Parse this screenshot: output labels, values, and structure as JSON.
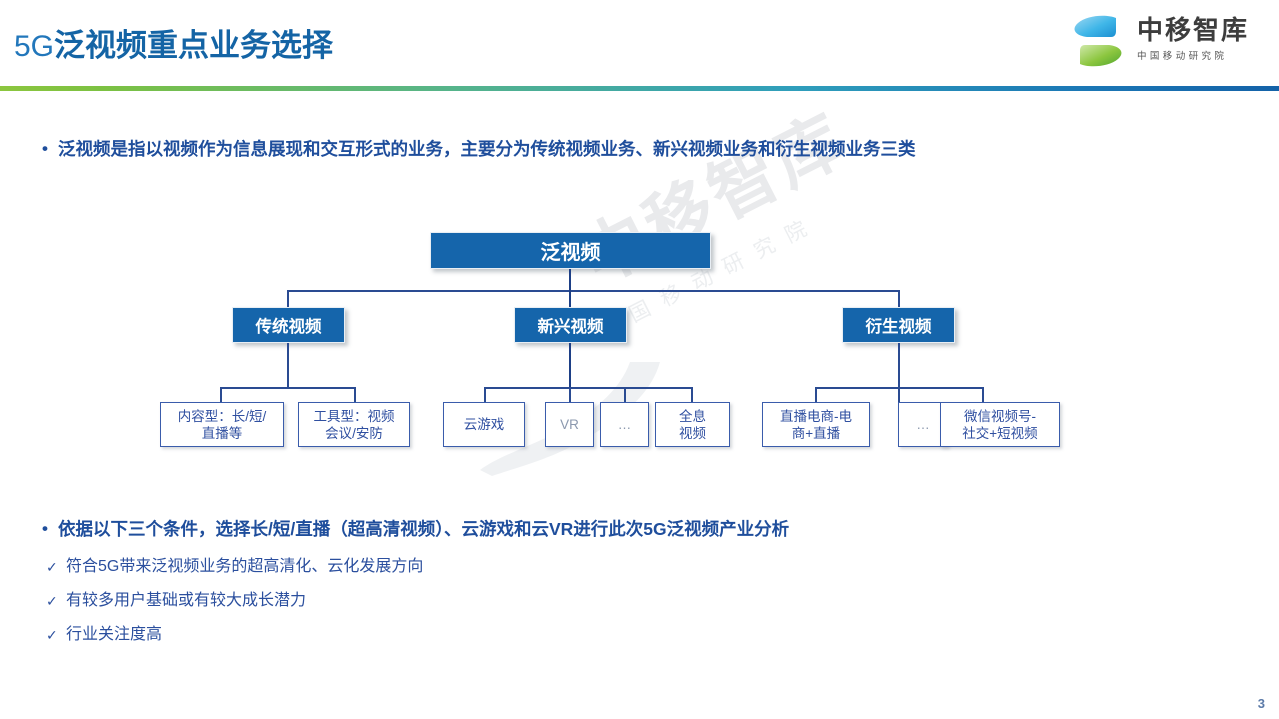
{
  "header": {
    "title_lead": "5G",
    "title_main": "泛视频重点业务选择",
    "accent_green": "#8cc63f",
    "accent_blue": "#1464a5"
  },
  "logo": {
    "mark": "zhongyi-s-logo-icon",
    "name": "中移智库",
    "subtitle": "中国移动研究院"
  },
  "watermark": {
    "text": "中移智库",
    "subtitle": "中国移动研究院"
  },
  "bullets": {
    "dot": "•",
    "first": "泛视频是指以视频作为信息展现和交互形式的业务，主要分为传统视频业务、新兴视频业务和衍生视频业务三类",
    "second": "依据以下三个条件，选择长/短/直播（超高清视频）、云游戏和云VR进行此次5G泛视频产业分析",
    "check_mark": "✓",
    "checks": [
      "符合5G带来泛视频业务的超高清化、云化发展方向",
      "有较多用户基础或有较大成长潜力",
      "行业关注度高"
    ]
  },
  "diagram": {
    "root": "泛视频",
    "branches": [
      {
        "label": "传统视频",
        "leaves": [
          "内容型：长/短/直播等",
          "工具型：视频会议/安防"
        ]
      },
      {
        "label": "新兴视频",
        "leaves": [
          "云游戏",
          "VR",
          "…",
          "全息视频"
        ]
      },
      {
        "label": "衍生视频",
        "leaves": [
          "直播电商-电商+直播",
          "…",
          "微信视频号-社交+短视频"
        ]
      }
    ],
    "leaf_lines": {
      "l1a": "内容型：长/短/",
      "l1b": "直播等",
      "l2a": "工具型：视频",
      "l2b": "会议/安防",
      "l3": "云游戏",
      "l4": "VR",
      "l5": "…",
      "l6a": "全息",
      "l6b": "视频",
      "l7a": "直播电商-电",
      "l7b": "商+直播",
      "l8": "…",
      "l9a": "微信视频号-",
      "l9b": "社交+短视频"
    },
    "node_fill": "#1565ab",
    "leaf_border": "#3a5cab",
    "connector_color": "#2a4b92"
  },
  "footer": {
    "page_number": "3"
  }
}
